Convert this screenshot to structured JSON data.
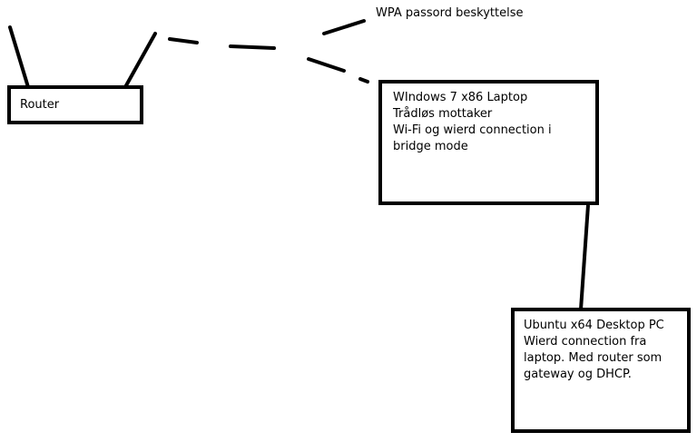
{
  "router": {
    "label": "Router"
  },
  "wireless_link": {
    "label": "WPA passord beskyttelse"
  },
  "laptop": {
    "lines": [
      "WIndows 7 x86 Laptop",
      "Trådløs mottaker",
      "Wi-Fi og wierd connection i",
      "bridge mode"
    ]
  },
  "desktop": {
    "lines": [
      "Ubuntu x64 Desktop PC",
      "Wierd connection fra",
      "laptop. Med router som",
      "gateway og DHCP."
    ]
  },
  "colors": {
    "stroke": "#000000",
    "background": "#ffffff"
  }
}
